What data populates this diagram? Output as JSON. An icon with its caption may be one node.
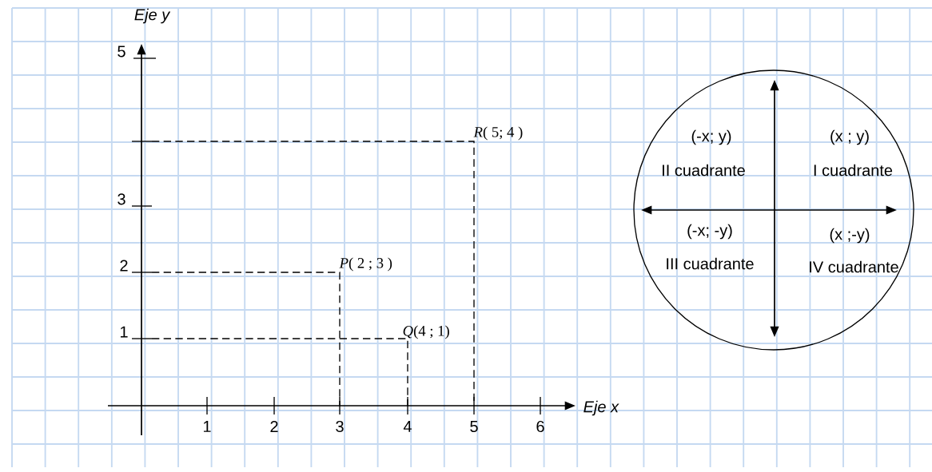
{
  "diagram": {
    "nodes": [
      {
        "text": [
          "(-x; y)",
          "II cuadrante",
          "(x ; y)",
          "I cuadrante",
          "(-x; -y)",
          "III cuadrante",
          "(x ;-y)",
          "IV cuadrante"
        ]
      }
    ],
    "labels": [
      "Eje y",
      "5",
      "*R*( 5; 4 )",
      "3",
      "2",
      "*P*( 2 ; 3 )",
      "1",
      "*Q*(4 ; 1)",
      "Eje x",
      "1",
      "2",
      "3",
      "4",
      "5",
      "6"
    ]
  }
}
